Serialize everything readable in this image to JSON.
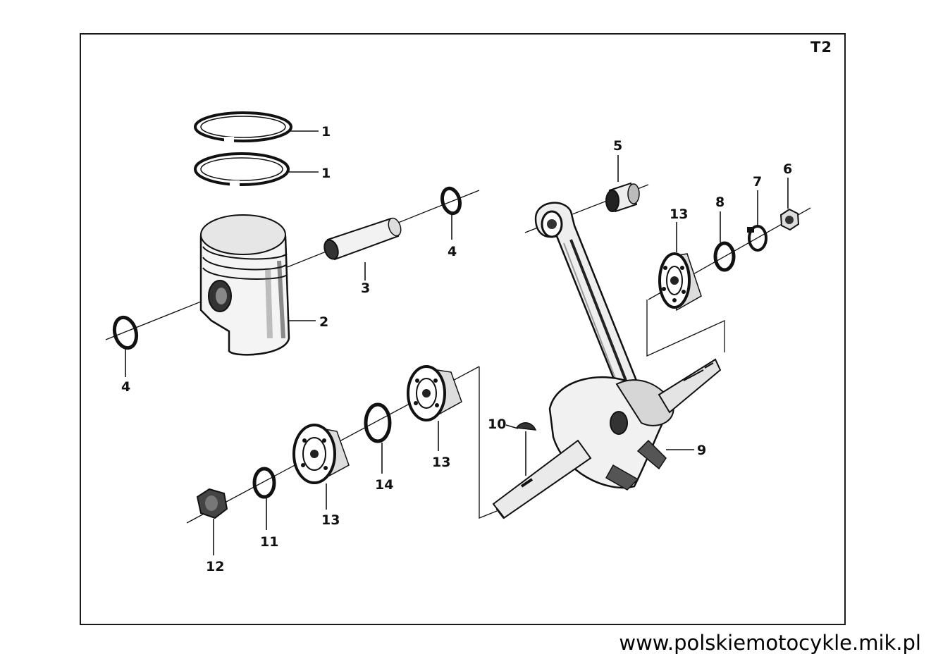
{
  "sheet": {
    "code": "T2"
  },
  "footer": {
    "url": "www.polskiemotocykle.mik.pl"
  },
  "callouts": {
    "piston_ring_top": "1",
    "piston_ring_bottom": "1",
    "piston": "2",
    "piston_pin": "3",
    "circlip_right": "4",
    "circlip_left": "4",
    "small_end_bush": "5",
    "nut_right": "6",
    "lock_washer": "7",
    "washer_right": "8",
    "crankshaft": "9",
    "woodruff_key": "10",
    "washer_left": "11",
    "nut_left": "12",
    "bearing_right": "13",
    "bearing_left_inner": "13",
    "bearing_left_outer": "13",
    "shim": "14"
  },
  "colors": {
    "ink": "#111111",
    "paper": "#ffffff"
  }
}
